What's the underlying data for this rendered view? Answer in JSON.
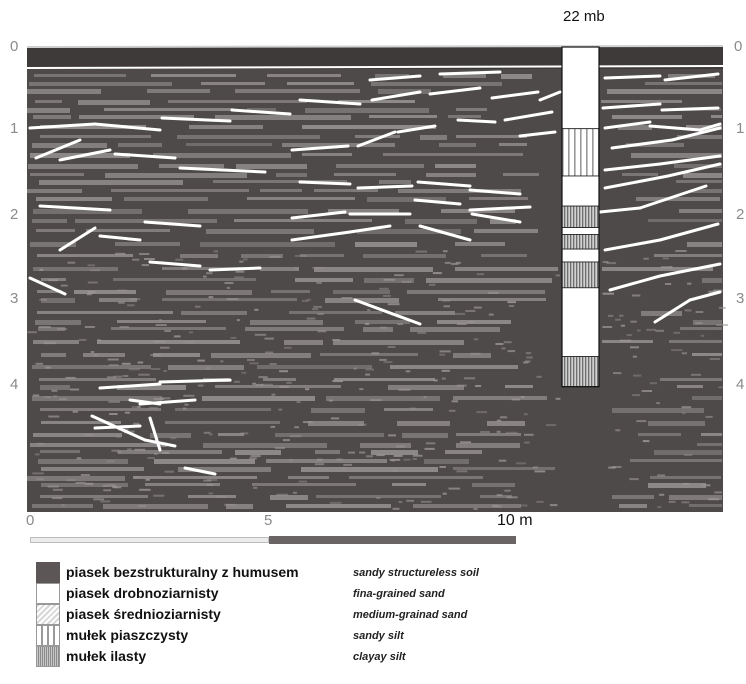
{
  "borehole": {
    "label": "22 mb",
    "layers": [
      {
        "type": "fine",
        "from": 0.0,
        "to": 0.95
      },
      {
        "type": "sandysilt",
        "from": 0.95,
        "to": 1.5
      },
      {
        "type": "fine",
        "from": 1.5,
        "to": 1.85
      },
      {
        "type": "clayeysilt",
        "from": 1.85,
        "to": 2.1
      },
      {
        "type": "fine",
        "from": 2.1,
        "to": 2.18
      },
      {
        "type": "clayeysilt",
        "from": 2.18,
        "to": 2.35
      },
      {
        "type": "fine",
        "from": 2.35,
        "to": 2.5
      },
      {
        "type": "clayeysilt",
        "from": 2.5,
        "to": 2.8
      },
      {
        "type": "fine",
        "from": 2.8,
        "to": 3.6
      },
      {
        "type": "clayeysilt",
        "from": 3.6,
        "to": 3.95
      }
    ]
  },
  "depth_axis": {
    "ticks": [
      "0",
      "1",
      "2",
      "3",
      "4"
    ]
  },
  "scale": {
    "tick0": "0",
    "tick5": "5",
    "end_label": "10 m"
  },
  "legend": [
    {
      "pattern": "soil",
      "pl": "piasek bezstrukturalny z humusem",
      "en": "sandy structureless soil"
    },
    {
      "pattern": "fine",
      "pl": "piasek drobnoziarnisty",
      "en": "fina-grained sand"
    },
    {
      "pattern": "medium",
      "pl": "piasek średnioziarnisty",
      "en": "medium-grainad sand"
    },
    {
      "pattern": "sandysilt",
      "pl": "mułek piaszczysty",
      "en": "sandy silt"
    },
    {
      "pattern": "clayeysilt",
      "pl": "mułek ilasty",
      "en": "clayay silt"
    }
  ],
  "colors": {
    "background": "#4f4a4a",
    "band": "#8f8a8a",
    "reflector": "#ffffff",
    "topsoil": "#3e3a3a"
  }
}
